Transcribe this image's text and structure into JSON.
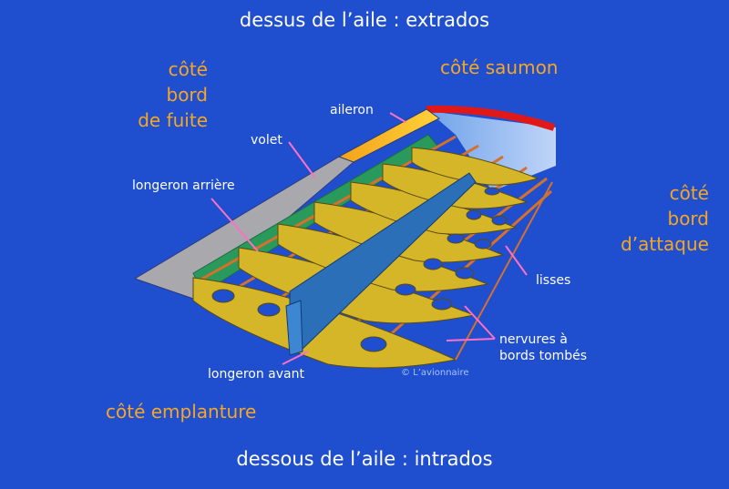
{
  "titles": {
    "top": "dessus de l’aile : extrados",
    "bottom": "dessous de l’aile : intrados"
  },
  "sides": {
    "trailing": [
      "côté",
      "bord",
      "de fuite"
    ],
    "tip": "côté saumon",
    "leading": [
      "côté",
      "bord",
      "d’attaque"
    ],
    "root": "côté emplanture"
  },
  "parts": {
    "aileron": "aileron",
    "volet": "volet",
    "longeron_arriere": "longeron arrière",
    "lisses": "lisses",
    "nervures": [
      "nervures à",
      "bords tombés"
    ],
    "longeron_avant": "longeron avant"
  },
  "copyright": "© L’avionnaire",
  "colors": {
    "background": "#1f4fcf",
    "side_labels": "#f5a623",
    "pointer": "#ff6fc4",
    "ribs": "#d6b629",
    "spar": "#2a6fb8",
    "stringers": "#d6702b",
    "tip": "#e01818"
  }
}
